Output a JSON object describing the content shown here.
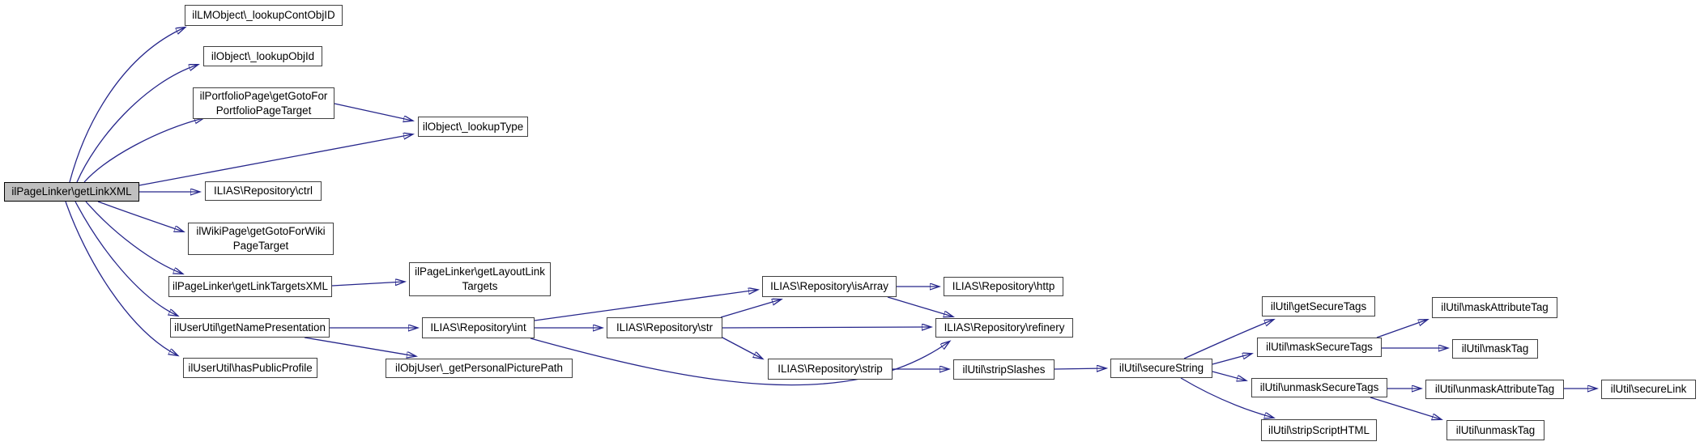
{
  "diagram": {
    "type": "call-graph",
    "root_label": "ilPageLinker\\getLinkXML",
    "colors": {
      "background": "#ffffff",
      "edge": "#26268b",
      "node_border": "#404040",
      "node_fill": "#ffffff",
      "root_fill": "#bfbfbf",
      "text": "#000000"
    },
    "nodes": [
      {
        "id": "getLinkXML",
        "label": "ilPageLinker\\getLinkXML",
        "root": true
      },
      {
        "id": "lookupContObjID",
        "label": "ilLMObject\\_lookupContObjID"
      },
      {
        "id": "lookupObjId",
        "label": "ilObject\\_lookupObjId"
      },
      {
        "id": "portfolioPageTarget",
        "label": "ilPortfolioPage\\getGotoFor\nPortfolioPageTarget"
      },
      {
        "id": "lookupType",
        "label": "ilObject\\_lookupType"
      },
      {
        "id": "ctrl",
        "label": "ILIAS\\Repository\\ctrl"
      },
      {
        "id": "wikiPageTarget",
        "label": "ilWikiPage\\getGotoForWiki\nPageTarget"
      },
      {
        "id": "getLinkTargetsXML",
        "label": "ilPageLinker\\getLinkTargetsXML"
      },
      {
        "id": "getNamePresentation",
        "label": "ilUserUtil\\getNamePresentation"
      },
      {
        "id": "hasPublicProfile",
        "label": "ilUserUtil\\hasPublicProfile"
      },
      {
        "id": "getLayoutLinkTargets",
        "label": "ilPageLinker\\getLayoutLink\nTargets"
      },
      {
        "id": "int",
        "label": "ILIAS\\Repository\\int"
      },
      {
        "id": "getPersonalPicturePath",
        "label": "ilObjUser\\_getPersonalPicturePath"
      },
      {
        "id": "str",
        "label": "ILIAS\\Repository\\str"
      },
      {
        "id": "isArray",
        "label": "ILIAS\\Repository\\isArray"
      },
      {
        "id": "http",
        "label": "ILIAS\\Repository\\http"
      },
      {
        "id": "refinery",
        "label": "ILIAS\\Repository\\refinery"
      },
      {
        "id": "strip",
        "label": "ILIAS\\Repository\\strip"
      },
      {
        "id": "stripSlashes",
        "label": "ilUtil\\stripSlashes"
      },
      {
        "id": "secureString",
        "label": "ilUtil\\secureString"
      },
      {
        "id": "getSecureTags",
        "label": "ilUtil\\getSecureTags"
      },
      {
        "id": "maskSecureTags",
        "label": "ilUtil\\maskSecureTags"
      },
      {
        "id": "unmaskSecureTags",
        "label": "ilUtil\\unmaskSecureTags"
      },
      {
        "id": "stripScriptHTML",
        "label": "ilUtil\\stripScriptHTML"
      },
      {
        "id": "maskAttributeTag",
        "label": "ilUtil\\maskAttributeTag"
      },
      {
        "id": "maskTag",
        "label": "ilUtil\\maskTag"
      },
      {
        "id": "unmaskAttributeTag",
        "label": "ilUtil\\unmaskAttributeTag"
      },
      {
        "id": "secureLink",
        "label": "ilUtil\\secureLink"
      },
      {
        "id": "unmaskTag",
        "label": "ilUtil\\unmaskTag"
      }
    ],
    "edges": [
      {
        "from": "getLinkXML",
        "to": "lookupContObjID"
      },
      {
        "from": "getLinkXML",
        "to": "lookupObjId"
      },
      {
        "from": "getLinkXML",
        "to": "portfolioPageTarget"
      },
      {
        "from": "getLinkXML",
        "to": "lookupType"
      },
      {
        "from": "portfolioPageTarget",
        "to": "lookupType"
      },
      {
        "from": "getLinkXML",
        "to": "ctrl"
      },
      {
        "from": "getLinkXML",
        "to": "wikiPageTarget"
      },
      {
        "from": "getLinkXML",
        "to": "getLinkTargetsXML"
      },
      {
        "from": "getLinkXML",
        "to": "getNamePresentation"
      },
      {
        "from": "getLinkXML",
        "to": "hasPublicProfile"
      },
      {
        "from": "getLinkTargetsXML",
        "to": "getLayoutLinkTargets"
      },
      {
        "from": "getNamePresentation",
        "to": "int"
      },
      {
        "from": "getNamePresentation",
        "to": "getPersonalPicturePath"
      },
      {
        "from": "int",
        "to": "str"
      },
      {
        "from": "int",
        "to": "isArray"
      },
      {
        "from": "int",
        "to": "refinery"
      },
      {
        "from": "str",
        "to": "isArray"
      },
      {
        "from": "str",
        "to": "refinery"
      },
      {
        "from": "str",
        "to": "strip"
      },
      {
        "from": "isArray",
        "to": "http"
      },
      {
        "from": "isArray",
        "to": "refinery"
      },
      {
        "from": "strip",
        "to": "stripSlashes"
      },
      {
        "from": "stripSlashes",
        "to": "secureString"
      },
      {
        "from": "secureString",
        "to": "getSecureTags"
      },
      {
        "from": "secureString",
        "to": "maskSecureTags"
      },
      {
        "from": "secureString",
        "to": "unmaskSecureTags"
      },
      {
        "from": "secureString",
        "to": "stripScriptHTML"
      },
      {
        "from": "maskSecureTags",
        "to": "maskAttributeTag"
      },
      {
        "from": "maskSecureTags",
        "to": "maskTag"
      },
      {
        "from": "unmaskSecureTags",
        "to": "unmaskAttributeTag"
      },
      {
        "from": "unmaskSecureTags",
        "to": "unmaskTag"
      },
      {
        "from": "unmaskAttributeTag",
        "to": "secureLink"
      }
    ]
  }
}
